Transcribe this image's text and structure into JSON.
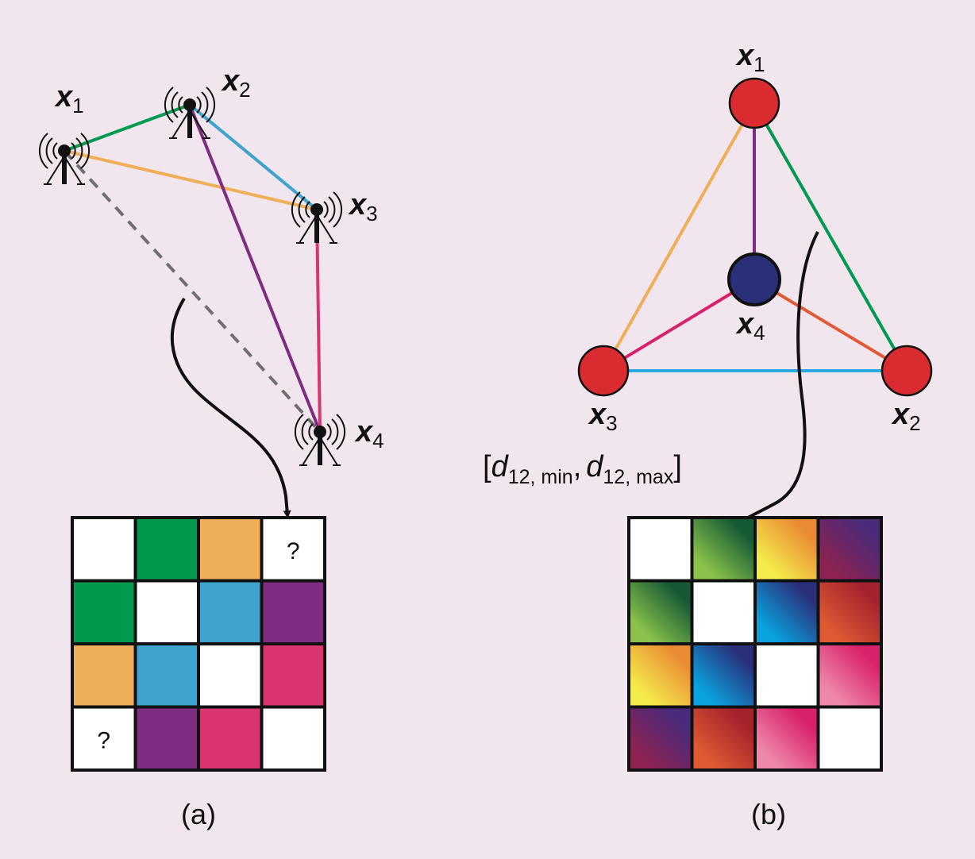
{
  "colors": {
    "background": "#f2e6ee",
    "green": "#009a4e",
    "orange": "#efae58",
    "blue": "#3ea3cf",
    "purple": "#7e2d83",
    "pink": "#d93570",
    "red_node": "#d92b30",
    "navy_node": "#2a2f7a",
    "dashed": "#6f6f6f"
  },
  "panel_a": {
    "nodes": [
      {
        "name": "x",
        "sub": "1"
      },
      {
        "name": "x",
        "sub": "2"
      },
      {
        "name": "x",
        "sub": "3"
      },
      {
        "name": "x",
        "sub": "4"
      }
    ],
    "edges": [
      {
        "pair": "1-2",
        "color": "green"
      },
      {
        "pair": "1-3",
        "color": "orange"
      },
      {
        "pair": "2-3",
        "color": "blue"
      },
      {
        "pair": "2-4",
        "color": "purple"
      },
      {
        "pair": "3-4",
        "color": "pink"
      },
      {
        "pair": "1-4",
        "color": "dashed",
        "style": "unknown"
      }
    ],
    "matrix": [
      [
        "white",
        "green",
        "orange",
        "unknown"
      ],
      [
        "green",
        "white",
        "blue",
        "purple"
      ],
      [
        "orange",
        "blue",
        "white",
        "pink"
      ],
      [
        "unknown",
        "purple",
        "pink",
        "white"
      ]
    ],
    "unknown_mark": "?",
    "caption": "(a)"
  },
  "panel_b": {
    "nodes": [
      {
        "name": "x",
        "sub": "1",
        "color": "red_node"
      },
      {
        "name": "x",
        "sub": "2",
        "color": "red_node"
      },
      {
        "name": "x",
        "sub": "3",
        "color": "red_node"
      },
      {
        "name": "x",
        "sub": "4",
        "color": "navy_node"
      }
    ],
    "edges": [
      {
        "pair": "1-2",
        "color": "green"
      },
      {
        "pair": "1-3",
        "color": "orange"
      },
      {
        "pair": "2-3",
        "color": "blue"
      },
      {
        "pair": "1-4",
        "color": "purple"
      },
      {
        "pair": "3-4",
        "color": "pink"
      },
      {
        "pair": "2-4",
        "color": "orange-red"
      }
    ],
    "interval_label": {
      "open": "[",
      "d1": "d",
      "d1_sub": "12, min",
      "comma": ",",
      "d2": "d",
      "d2_sub": "12, max",
      "close": "]"
    },
    "matrix_gradients": [
      [
        null,
        [
          "#8cc24b",
          "#155a35"
        ],
        [
          "#f4ec4c",
          "#ea8a33"
        ],
        [
          "#8c2352",
          "#4a2a7a"
        ]
      ],
      [
        [
          "#8cc24b",
          "#155a35"
        ],
        null,
        [
          "#0aa3df",
          "#2a2f7a"
        ],
        [
          "#e05a33",
          "#a3222e"
        ]
      ],
      [
        [
          "#f4ec4c",
          "#ea8a33"
        ],
        [
          "#0aa3df",
          "#2a2f7a"
        ],
        null,
        [
          "#ee88aa",
          "#d9206a"
        ]
      ],
      [
        [
          "#8c2352",
          "#4a2a7a"
        ],
        [
          "#e05a33",
          "#a3222e"
        ],
        [
          "#ee88aa",
          "#d9206a"
        ],
        null
      ]
    ],
    "caption": "(b)"
  }
}
